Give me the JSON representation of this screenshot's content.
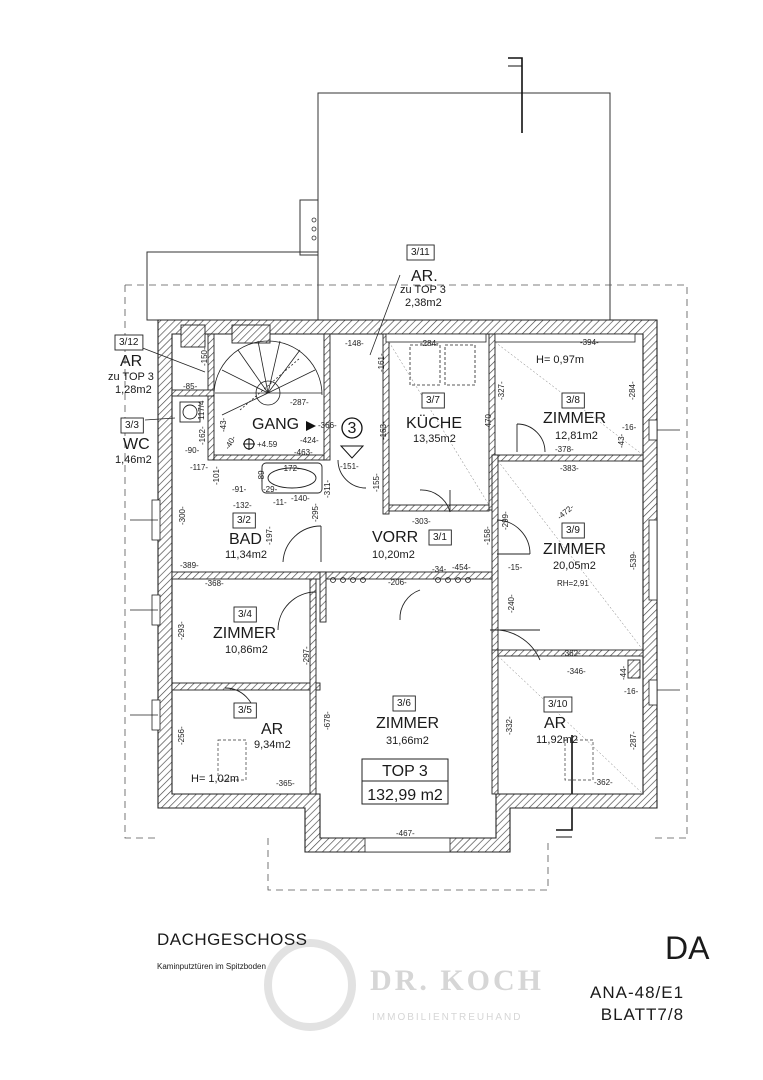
{
  "drawing": {
    "title": "DACHGESCHOSS",
    "subtitle": "Kaminputztüren im Spitzboden",
    "floor_code": "DA",
    "plan_number": "ANA-48/E1",
    "sheet": "BLATT7/8",
    "watermark": "DR. KOCH",
    "watermark_sub": "IMMOBILIENTREUHAND"
  },
  "rooms": [
    {
      "id": "ar311",
      "number": "3/11",
      "name": "AR.",
      "note": "zu TOP 3",
      "area": "2,38m2"
    },
    {
      "id": "ar312",
      "number": "3/12",
      "name": "AR",
      "note": "zu TOP 3",
      "area": "1,28m2"
    },
    {
      "id": "wc",
      "number": "3/3",
      "name": "WC",
      "area": "1,46m2"
    },
    {
      "id": "gang",
      "name": "GANG"
    },
    {
      "id": "kueche",
      "number": "3/7",
      "name": "KÜCHE",
      "area": "13,35m2"
    },
    {
      "id": "zimmer38",
      "number": "3/8",
      "name": "ZIMMER",
      "area": "12,81m2",
      "height": "H= 0,97m"
    },
    {
      "id": "bad",
      "number": "3/2",
      "name": "BAD",
      "area": "11,34m2"
    },
    {
      "id": "vorr",
      "number": "3/1",
      "name": "VORR",
      "area": "10,20m2"
    },
    {
      "id": "zimmer39",
      "number": "3/9",
      "name": "ZIMMER",
      "area": "20,05m2",
      "rh": "RH=2,91"
    },
    {
      "id": "zimmer34",
      "number": "3/4",
      "name": "ZIMMER",
      "area": "10,86m2"
    },
    {
      "id": "ar35",
      "number": "3/5",
      "name": "AR",
      "area": "9,34m2",
      "height": "H= 1,02m"
    },
    {
      "id": "zimmer36",
      "number": "3/6",
      "name": "ZIMMER",
      "area": "31,66m2"
    },
    {
      "id": "ar310",
      "number": "3/10",
      "name": "AR",
      "area": "11,92m2"
    }
  ],
  "unit": {
    "label": "TOP 3",
    "area": "132,99 m2"
  },
  "stair_marker": "3",
  "elevation": "+4.59",
  "dimensions": {
    "d148": "-148-",
    "d284": "-284-",
    "d394": "-394-",
    "d150": "-150-",
    "d85": "-85-",
    "d161": "-161-",
    "d327": "-327-",
    "d470": "-470-",
    "d284b": "-284-",
    "d287": "-287-",
    "d366": "-366-",
    "d424": "-424-",
    "d463": "-463-",
    "d163": "-163-",
    "d16": "-16-",
    "d43": "-43-",
    "d378": "-378-",
    "d383": "-383-",
    "d162": "-162-",
    "d117": "-117-",
    "d90": "-90-",
    "d1174": "117/4",
    "d43b": "-43-",
    "d40": "-40-",
    "d101": "-101-",
    "d91": "-91-",
    "d89": "-89-",
    "d172": "-172-",
    "d151": "-151-",
    "d311": "-311-",
    "d155": "-155-",
    "d472": "-472-",
    "d140": "-140-",
    "d11": "-11-",
    "d29": "-29-",
    "d132": "-132-",
    "d300": "-300-",
    "d197": "-197-",
    "d295": "-295-",
    "d303": "-303-",
    "d158": "-158-",
    "d299": "-299-",
    "d539": "-539-",
    "d389": "-389-",
    "d368": "-368-",
    "d206": "-206-",
    "d34": "-34-",
    "d454": "-454-",
    "d15": "-15-",
    "d240": "-240-",
    "d293": "-293-",
    "d297": "-297-",
    "d362": "-362-",
    "d346": "-346-",
    "d44": "-44-",
    "d16b": "-16-",
    "d678": "-678-",
    "d332": "-332-",
    "d256": "-256-",
    "d287b": "-287-",
    "d365": "-365-",
    "d362b": "-362-",
    "d467": "-467-"
  }
}
